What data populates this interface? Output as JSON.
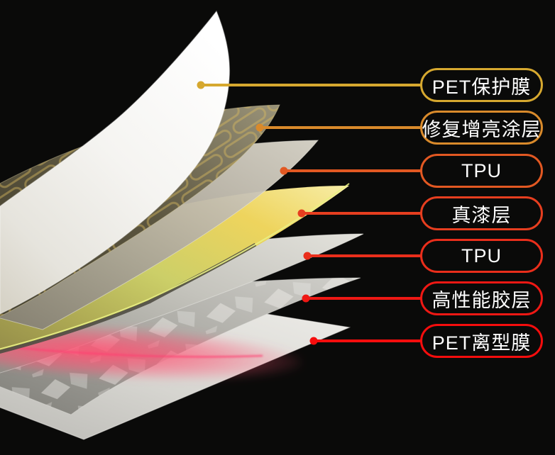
{
  "artwork": {
    "background": "#0A0A09",
    "sheets": {
      "pet_protective_film": {
        "stops": [
          "#FFFFFF",
          "#F5F4F1",
          "#E6E4DD",
          "#D6D2C6"
        ]
      },
      "repair_brightening_coating": {
        "stops": [
          "#9A9379",
          "#5C5640",
          "#3C3828"
        ],
        "pattern": "#D9BA5E"
      },
      "tpu_upper": {
        "stops": [
          "#DDD9CD",
          "#BCB6A8",
          "#837E72"
        ]
      },
      "true_paint_layer": {
        "stops": [
          "#F7EDA6",
          "#EED45D",
          "#CCCF68",
          "#AFAB54",
          "#97904A"
        ],
        "edge_dark": "#4F4C42",
        "edge_bright": "#E9F083",
        "glow": "#FF5474",
        "glow_speckle": "#FF3D70"
      },
      "tpu_lower": {
        "stops": [
          "#E3E2DC",
          "#C4C3BC",
          "#908F88"
        ]
      },
      "high_performance_adhesive": {
        "stops": [
          "#D0CFCA",
          "#ABAAA4",
          "#82817B"
        ],
        "texture": "#F2F1EC"
      },
      "pet_release_film": {
        "stops": [
          "#EEEDE9",
          "#D6D5D0",
          "#B7B6B1"
        ]
      }
    }
  },
  "callout_text_color": "#FFFFFF",
  "callouts": [
    {
      "label": "PET保护膜",
      "color": "#D6A82F"
    },
    {
      "label": "修复增亮涂层",
      "color": "#D98A2B"
    },
    {
      "label": "TPU",
      "color": "#E25822"
    },
    {
      "label": "真漆层",
      "color": "#E63E1F"
    },
    {
      "label": "TPU",
      "color": "#EA2E1B"
    },
    {
      "label": "高性能胶层",
      "color": "#EF1814"
    },
    {
      "label": "PET离型膜",
      "color": "#F60D0D"
    }
  ]
}
